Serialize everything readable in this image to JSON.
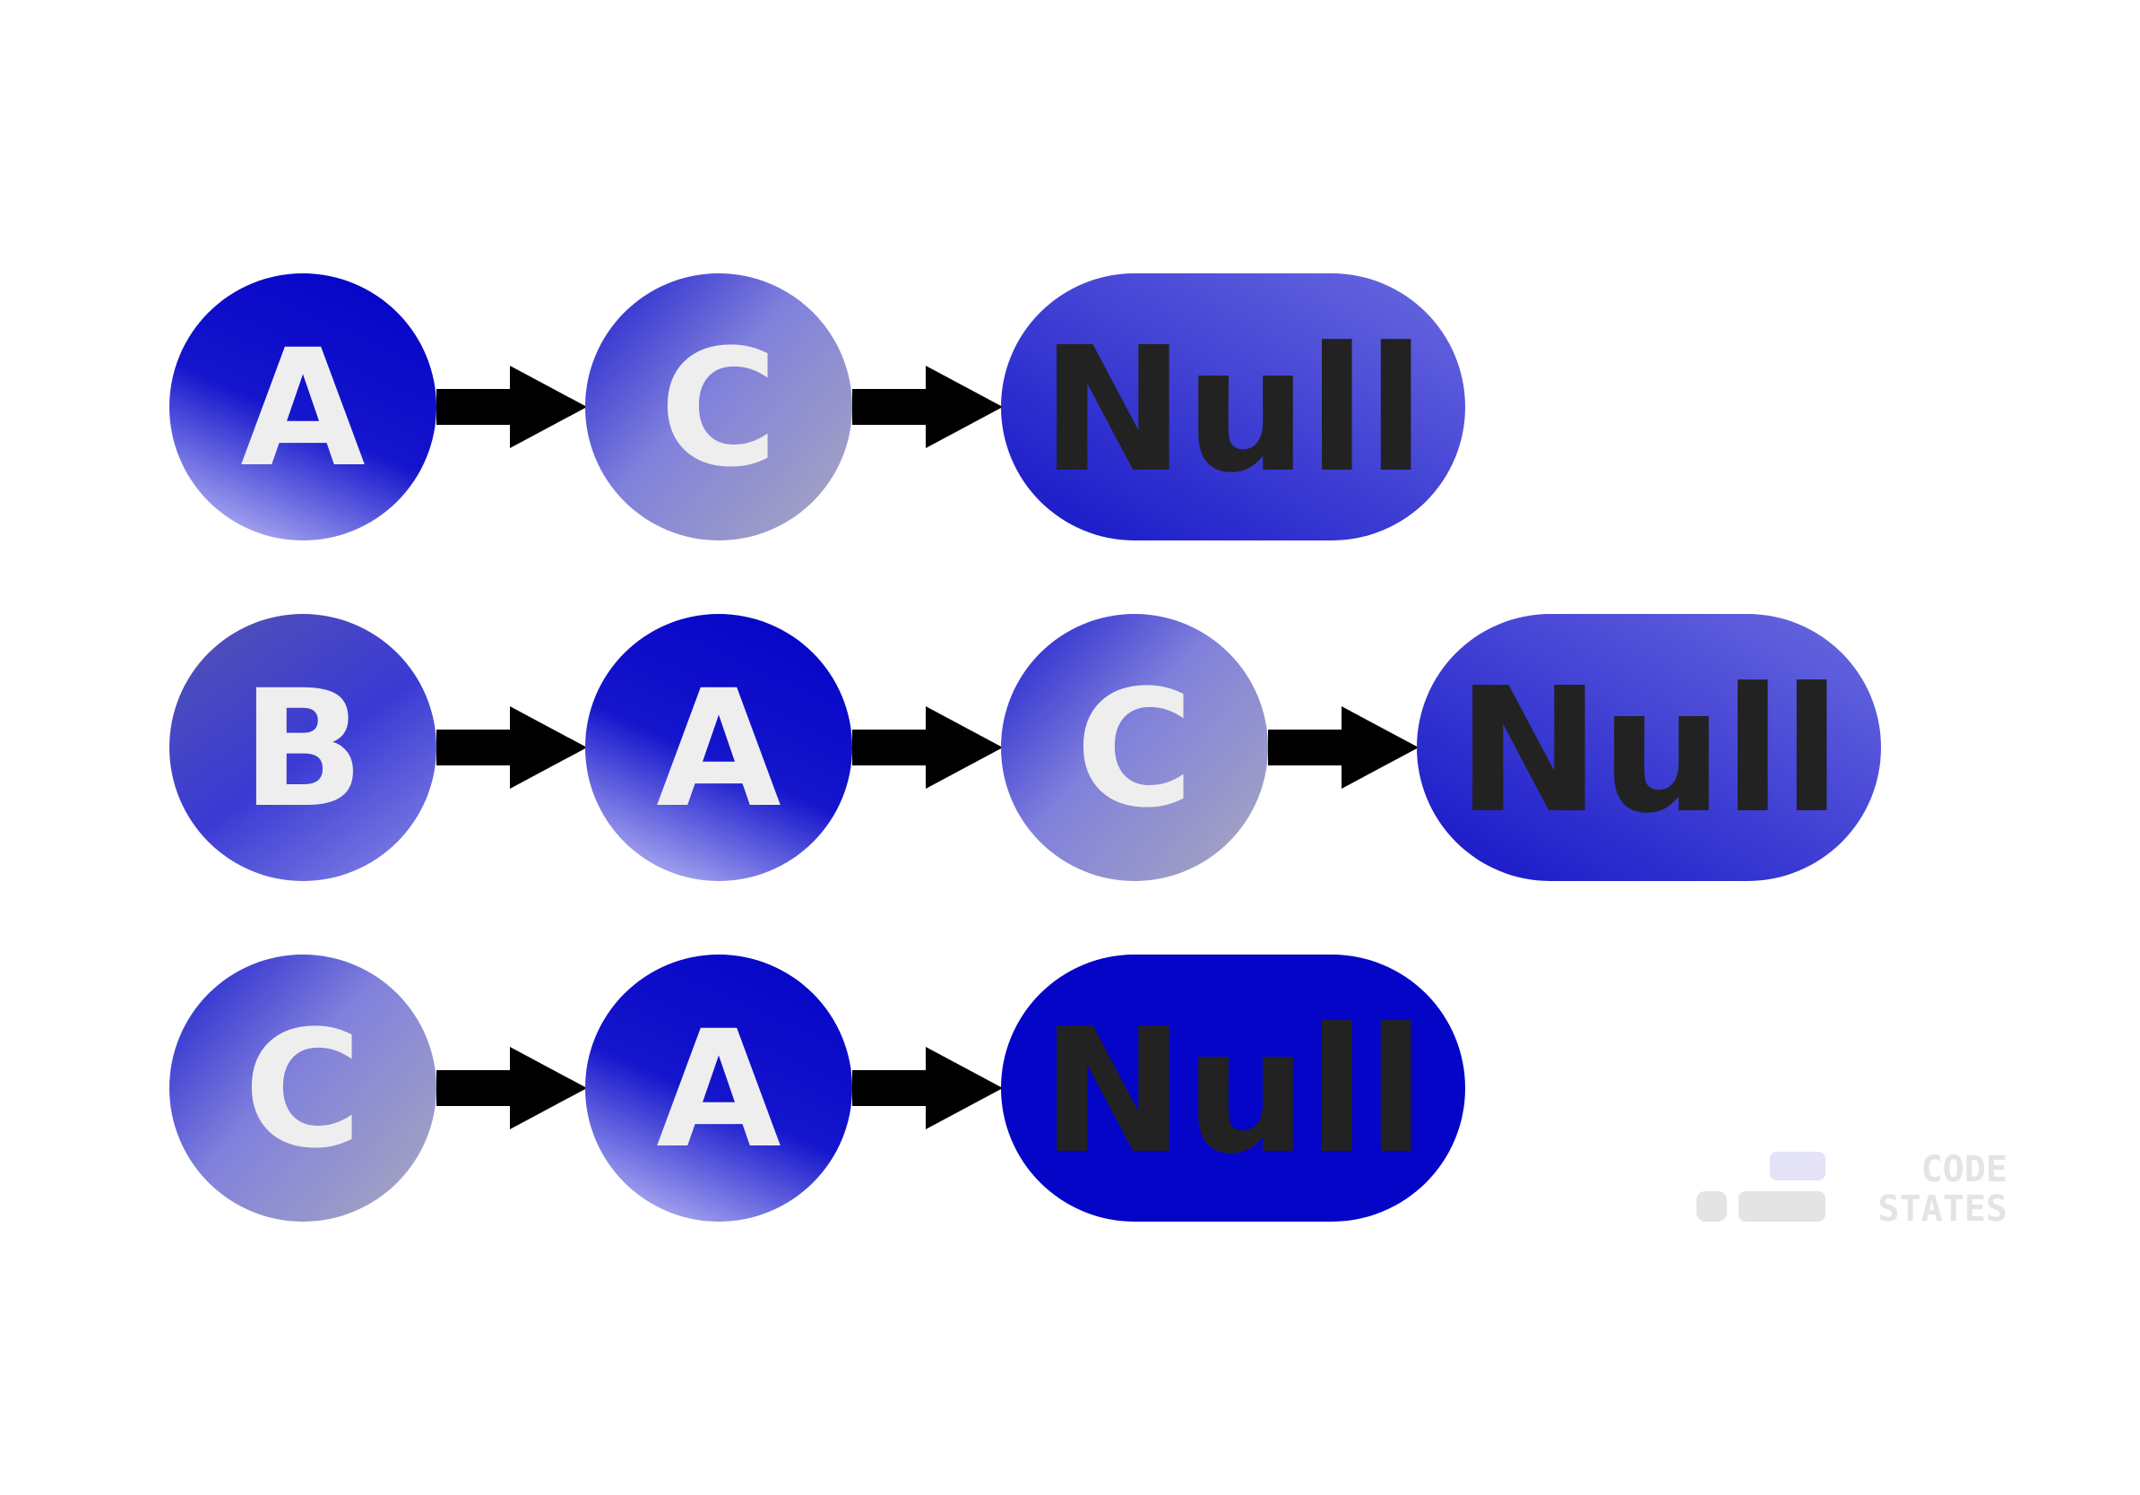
{
  "lists": [
    {
      "nodes": [
        {
          "label": "A",
          "style": "dark"
        },
        {
          "label": "C",
          "style": "gray"
        },
        {
          "label": "Null",
          "style": "null-medium"
        }
      ]
    },
    {
      "nodes": [
        {
          "label": "B",
          "style": "medium"
        },
        {
          "label": "A",
          "style": "dark"
        },
        {
          "label": "C",
          "style": "gray"
        },
        {
          "label": "Null",
          "style": "null-medium"
        }
      ]
    },
    {
      "nodes": [
        {
          "label": "C",
          "style": "gray"
        },
        {
          "label": "A",
          "style": "dark"
        },
        {
          "label": "Null",
          "style": "null-dark"
        }
      ]
    }
  ],
  "logo": {
    "line1": "CODE",
    "line2": "STATES"
  },
  "colors": {
    "dark_blue": "#0505c8",
    "medium_blue": "#4545d6",
    "light_blue": "#9b9bea",
    "gray_blue": "#9c9cc4",
    "null_text": "#222222",
    "letter_text": "#eeeeee",
    "arrow": "#000000",
    "logo_gray": "#e4e4e4",
    "logo_accent": "#e4e2f7"
  }
}
